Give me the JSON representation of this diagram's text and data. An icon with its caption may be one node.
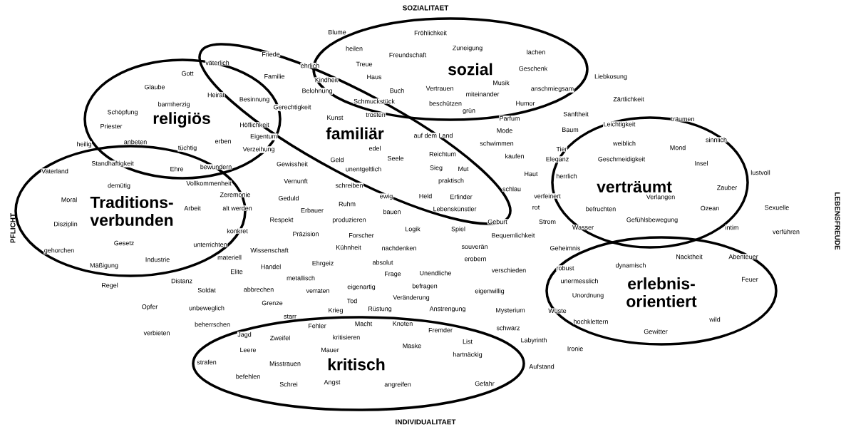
{
  "diagram": {
    "nodes": [
      {
        "text": [
          "sozial"
        ]
      },
      {
        "text": [
          "familiär"
        ]
      },
      {
        "text": [
          "religiös"
        ]
      },
      {
        "text": [
          "Traditions- verbunden"
        ]
      },
      {
        "text": [
          "verträumt"
        ]
      },
      {
        "text": [
          "erlebnis- orientiert"
        ]
      },
      {
        "text": [
          "kritisch"
        ]
      }
    ],
    "labels": [
      "SOZIALITAET",
      "Blume",
      "Fröhlichkeit",
      "heilen",
      "Zuneigung",
      "lachen",
      "Friede",
      "Freundschaft",
      "väterlich",
      "ehrlich",
      "Treue",
      "Geschenk",
      "Gott",
      "Familie",
      "Haus",
      "Liebkosung",
      "Kindheit",
      "Musik",
      "Glaube",
      "Vertrauen",
      "anschmiegsam",
      "Belohnung",
      "Buch",
      "miteinander",
      "Heirat",
      "Zärtlichkeit",
      "Besinnung",
      "Schmuckstück",
      "beschützen",
      "Humor",
      "barmherzig",
      "Gerechtigkeit",
      "grün",
      "Schöpfung",
      "Sanftheit",
      "trösten",
      "Kunst",
      "Parfum",
      "träumen",
      "Höflichkeit",
      "Leichtigkeit",
      "Priester",
      "Baum",
      "Mode",
      "auf dem Land",
      "Eigentum",
      "sinnlich",
      "erben",
      "anbeten",
      "schwimmen",
      "weiblich",
      "heilig",
      "Mond",
      "tüchtig",
      "edel",
      "Tier",
      "Verzeihung",
      "Reichtum",
      "kaufen",
      "Seele",
      "Geld",
      "Eleganz",
      "Geschmeidigkeit",
      "Insel",
      "Standhaftigkeit",
      "Gewissheit",
      "bewundern",
      "Sieg",
      "Mut",
      "Ehre",
      "unentgeltlich",
      "Vaterland",
      "lustvoll",
      "Haut",
      "herrlich",
      "Vernunft",
      "praktisch",
      "Vollkommenheit",
      "schreiben",
      "demütig",
      "Zauber",
      "schlau",
      "Zeremonie",
      "verfeinert",
      "Held",
      "Erfinder",
      "ewig",
      "Verlangen",
      "Geduld",
      "Moral",
      "Ruhm",
      "rot",
      "Arbeit",
      "alt werden",
      "Ozean",
      "Sexuelle",
      "befruchten",
      "Lebenskünstler",
      "Erbauer",
      "bauen",
      "Respekt",
      "produzieren",
      "Geburt",
      "Strom",
      "Gefühlsbewegung",
      "Disziplin",
      "Wasser",
      "intim",
      "Logik",
      "Spiel",
      "konkret",
      "verführen",
      "Präzision",
      "Forscher",
      "Bequemlichkeit",
      "Gesetz",
      "unterrichten",
      "Kühnheit",
      "nachdenken",
      "souverän",
      "Geheimnis",
      "Wissenschaft",
      "gehorchen",
      "Nacktheit",
      "Abenteuer",
      "materiell",
      "erobern",
      "Industrie",
      "absolut",
      "Ehrgeiz",
      "Mäßigung",
      "dynamisch",
      "Handel",
      "robust",
      "verschieden",
      "Elite",
      "Unendliche",
      "Frage",
      "metallisch",
      "Feuer",
      "Distanz",
      "unermesslich",
      "Regel",
      "befragen",
      "eigenartig",
      "abbrechen",
      "Soldat",
      "verraten",
      "eigenwillig",
      "Unordnung",
      "Veränderung",
      "Tod",
      "Grenze",
      "Opfer",
      "unbeweglich",
      "Rüstung",
      "Anstrengung",
      "Krieg",
      "Mysterium",
      "Wüste",
      "starr",
      "wild",
      "hochklettern",
      "Macht",
      "Knoten",
      "beherrschen",
      "Fehler",
      "schwarz",
      "Fremder",
      "Gewitter",
      "verbieten",
      "Jagd",
      "kritisieren",
      "Zweifel",
      "Labyrinth",
      "List",
      "Maske",
      "Ironie",
      "Mauer",
      "Leere",
      "hartnäckig",
      "strafen",
      "Misstrauen",
      "Aufstand",
      "befehlen",
      "Angst",
      "Schrei",
      "angreifen",
      "Gefahr",
      "INDIVIDUALITAET",
      "PFLICHT",
      "LEBENSFREUDE"
    ]
  }
}
